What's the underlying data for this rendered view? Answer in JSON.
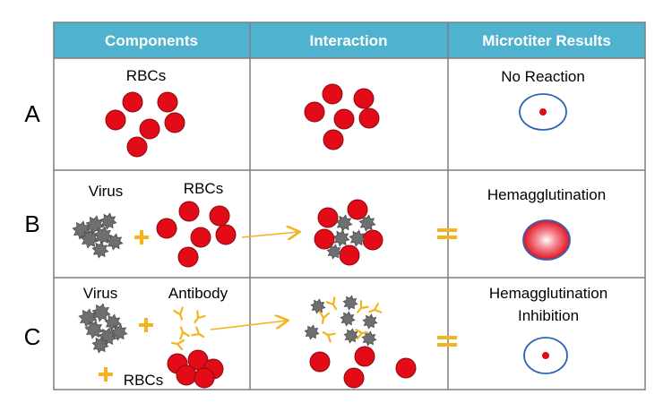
{
  "header": {
    "col1": "Components",
    "col2": "Interaction",
    "col3": "Microtiter Results"
  },
  "rows": [
    {
      "letter": "A",
      "labels": {
        "rbcs": "RBCs"
      },
      "result": "No Reaction"
    },
    {
      "letter": "B",
      "labels": {
        "virus": "Virus",
        "rbcs": "RBCs"
      },
      "result": "Hemagglutination"
    },
    {
      "letter": "C",
      "labels": {
        "virus": "Virus",
        "antibody": "Antibody",
        "rbcs": "RBCs"
      },
      "result_line1": "Hemagglutination",
      "result_line2": "Inhibition"
    }
  ],
  "colors": {
    "header_fill": "#4fb3cf",
    "grid": "#7f7f7f",
    "rbc": "#e30b17",
    "virus": "#6d6f71",
    "antibody": "#f3b420",
    "plus": "#f3b420",
    "arrow": "#f3b420",
    "well_ring": "#2f62b5"
  },
  "icons": [
    "rbc-cell-icon",
    "virus-icon",
    "antibody-icon",
    "plus-icon",
    "equals-icon",
    "arrow-icon",
    "microtiter-well-icon"
  ]
}
